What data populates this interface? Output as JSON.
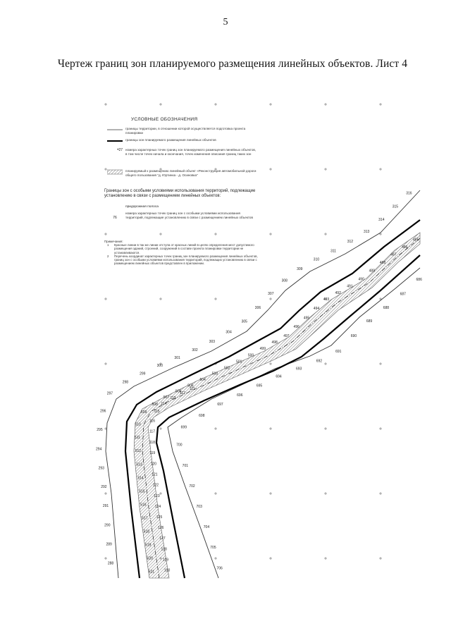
{
  "page_number": "5",
  "title": "Чертеж границ зон планируемого размещения линейных объектов. Лист 4",
  "legend": {
    "title": "УСЛОВНЫЕ ОБОЗНАЧЕНИЯ",
    "items": [
      {
        "symbol": "thin-line",
        "text": "границы территории, в отношении которой осуществляется подготовка проекта планировки"
      },
      {
        "symbol": "thick-line",
        "text": "границы зон планируемого размещения линейных объектов"
      },
      {
        "symbol": "point-number",
        "symbol_text": "27",
        "text": "номера характерных точек границ зон планируемого размещения линейных объектов, в том числе точек начала и окончания, точек изменения описания границ таких зон"
      },
      {
        "symbol": "road-band",
        "text": "планируемый к размещению линейный объект «Реконструкция автомобильной дороги общего пользования \"д. Юртинка - д. Осиновка\""
      }
    ],
    "zones_heading": "Границы зон с особыми условиями использования территорий, подлежащие установлению в связи с размещением линейных объектов:",
    "zones_subheading": "придорожная полоса",
    "zones_items": [
      {
        "symbol": "zone-number",
        "symbol_text": "76",
        "text": "номера характерных точек границ зон с особыми условиями использования территорий, подлежащие установлению в связи с размещением линейных объектов"
      }
    ],
    "notes_title": "Примечания:",
    "notes": [
      {
        "num": "1",
        "text": "Красные линии в так же линии отступа от красных линий в целях определения мест допустимого размещения зданий, строений, сооружений в составе проекта планировки территории не устанавливаются."
      },
      {
        "num": "2",
        "text": "Перечень координат характерных точек границ зон планируемого размещения линейных объектов, границ зон с особыми условиями использования территорий, подлежащих установлению в связи с размещением линейных объектов представлен в приложении."
      }
    ]
  },
  "map": {
    "outer_left_labels": [
      "316",
      "315",
      "314",
      "313",
      "312",
      "311",
      "310",
      "309",
      "308",
      "307",
      "306",
      "305",
      "304",
      "303",
      "302",
      "301",
      "300",
      "299",
      "298",
      "297",
      "296",
      "295",
      "294",
      "293",
      "292",
      "291",
      "290",
      "289",
      "288"
    ],
    "outer_right_labels": [
      "485",
      "486",
      "487",
      "488",
      "489",
      "490",
      "491",
      "492",
      "493",
      "494",
      "495",
      "496",
      "497",
      "498",
      "499",
      "500",
      "501",
      "502",
      "503",
      "504",
      "505",
      "506",
      "507",
      "508",
      "509",
      "510",
      "511",
      "512",
      "513",
      "514",
      "515",
      "516",
      "517",
      "518",
      "519",
      "520",
      "521"
    ],
    "zone_right_labels": [
      "686",
      "687",
      "688",
      "689",
      "690",
      "691",
      "692",
      "693",
      "694",
      "695",
      "696",
      "697",
      "698",
      "699",
      "700",
      "701",
      "702",
      "703",
      "704",
      "705",
      "706"
    ],
    "inner_labels": [
      "111",
      "112",
      "113",
      "114",
      "115",
      "116",
      "117",
      "118",
      "119",
      "120",
      "121",
      "122",
      "123",
      "124",
      "125",
      "126",
      "127",
      "128",
      "129",
      "130"
    ]
  }
}
